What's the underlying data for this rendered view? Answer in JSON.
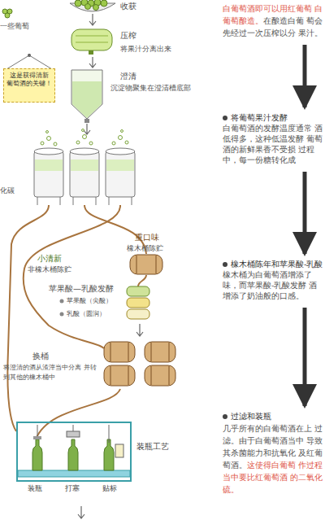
{
  "diagram": {
    "nodes": [
      {
        "text": [
          "这是获得清新 葡萄酒的关键！"
        ]
      },
      {
        "text": [
          "装瓶工艺",
          "装瓶",
          "打塞",
          "贴标"
        ]
      },
      {
        "text": [
          "白葡萄酒即可以用红葡萄 白葡萄酿造。",
          "在酿造白葡 萄会先经过一次压榨以分 果汁。"
        ]
      },
      {
        "text": [
          "将葡萄果汁发酵",
          "白葡萄酒的发酵温度通常 酒低得多，这种低温发酵 葡萄酒的新鲜果香不受损 过程中，每一份糖转化成"
        ]
      },
      {
        "text": [
          "橡木桶陈年和苹果酸-乳酸",
          "橡木桶为白葡萄酒增添了 味，而苹果酸-乳酸发酵 酒增添了奶油般的口感。"
        ]
      },
      {
        "text": [
          "过滤和装瓶",
          "几乎所有的白葡萄酒在上 过滤。由于白葡萄酒当中 导致其杀菌能力和抗氧化 及红葡萄酒。",
          "这使得白葡萄 作过程当中要比红葡萄酒 的二氧化硫。"
        ]
      }
    ],
    "edges": [
      {
        "from": 2,
        "to": 3,
        "arrow": "to"
      },
      {
        "from": 3,
        "to": 4,
        "arrow": "to"
      },
      {
        "from": 4,
        "to": 5,
        "arrow": "to"
      }
    ],
    "labels": [
      "一些葡萄",
      "收获",
      "压榨",
      "将果汁分离出来",
      "澄清",
      "沉淀物聚集在澄清槽底部",
      "化碳",
      "重口味",
      "橡木桶陈贮",
      "小清新",
      "非橡木桶陈贮",
      "苹果酸—乳酸发酵",
      "苹果酸（尖酸）",
      "乳酸（圆润）",
      "换桶",
      "将澄清的酒从渣滓当中分离 并转到其他的橡木桶中"
    ]
  }
}
